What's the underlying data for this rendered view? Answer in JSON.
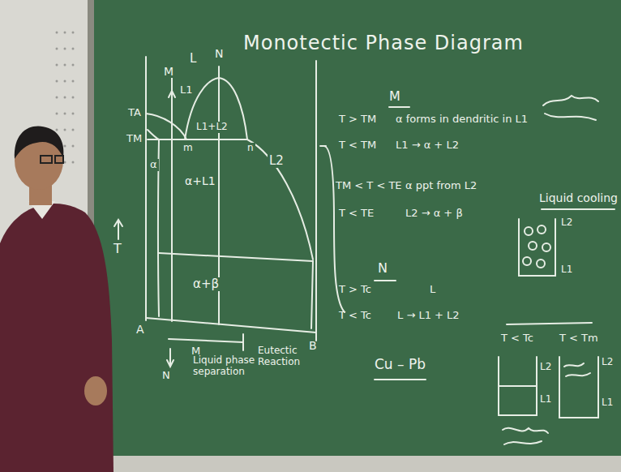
{
  "diagram": {
    "title": "Monotectic Phase Diagram",
    "labels": [
      "TA",
      "TM",
      "T",
      "L",
      "N",
      "M",
      "L1",
      "L1+L2",
      "L2",
      "α+L1",
      "α",
      "m",
      "n",
      "α+β",
      "A",
      "B",
      "M",
      "N",
      "Liquid phase separation",
      "Eutectic Reaction",
      "M",
      "T > TM",
      "α forms in dendritic in L1",
      "T < TM",
      "L1 → α + L2",
      "TM < T < TE",
      "α ppt from L2",
      "T < TE",
      "L2 → α + β",
      "N",
      "T > Tc",
      "L",
      "T < Tc",
      "L → L1 + L2",
      "Cu – Pb",
      "Liquid cooling",
      "L2",
      "L1",
      "T < Tc",
      "T < Tm",
      "L2",
      "L1",
      "L2",
      "L1"
    ]
  }
}
